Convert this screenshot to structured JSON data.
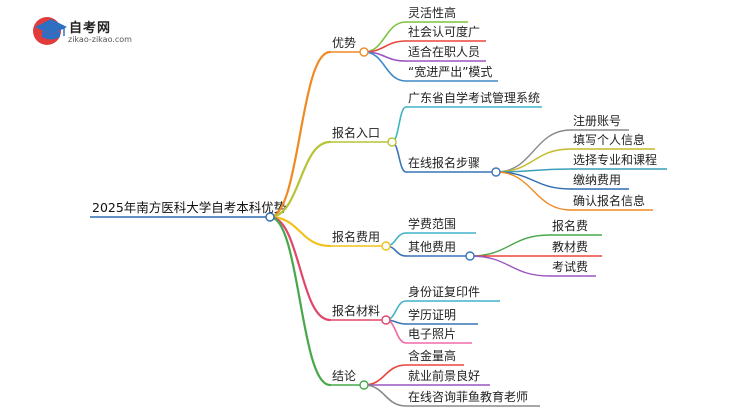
{
  "logo": {
    "title": "自考网",
    "subtitle": "zikao-zikao.com"
  },
  "root": "2025年南方医科大学自考本科优势",
  "branches": [
    {
      "label": "优势",
      "color": "#f08a24",
      "children": [
        {
          "label": "灵活性高",
          "color": "#7fc241"
        },
        {
          "label": "社会认可度广",
          "color": "#e8463c"
        },
        {
          "label": "适合在职人员",
          "color": "#9a55c2"
        },
        {
          "label": "“宽进严出”模式",
          "color": "#3f89c9"
        }
      ]
    },
    {
      "label": "报名入口",
      "color": "#b8c235",
      "children": [
        {
          "label": "广东省自学考试管理系统",
          "color": "#40b3c9"
        },
        {
          "label": "在线报名步骤",
          "color": "#3a74b8",
          "children": [
            {
              "label": "注册账号",
              "color": "#8a8a8a"
            },
            {
              "label": "填写个人信息",
              "color": "#c5ba2c"
            },
            {
              "label": "选择专业和课程",
              "color": "#3a9fb8"
            },
            {
              "label": "缴纳费用",
              "color": "#2f6cb0"
            },
            {
              "label": "确认报名信息",
              "color": "#f08a24"
            }
          ]
        }
      ]
    },
    {
      "label": "报名费用",
      "color": "#f0c21e",
      "children": [
        {
          "label": "学费范围",
          "color": "#40b3c9"
        },
        {
          "label": "其他费用",
          "color": "#3a74b8",
          "children": [
            {
              "label": "报名费",
              "color": "#47a84a"
            },
            {
              "label": "教材费",
              "color": "#e8463c"
            },
            {
              "label": "考试费",
              "color": "#9a55c2"
            }
          ]
        }
      ]
    },
    {
      "label": "报名材料",
      "color": "#e0466a",
      "children": [
        {
          "label": "身份证复印件",
          "color": "#40b3c9"
        },
        {
          "label": "学历证明",
          "color": "#3a74b8"
        },
        {
          "label": "电子照片",
          "color": "#f06aa8"
        }
      ]
    },
    {
      "label": "结论",
      "color": "#47a84a",
      "children": [
        {
          "label": "含金量高",
          "color": "#e8463c"
        },
        {
          "label": "就业前景良好",
          "color": "#9a55c2"
        },
        {
          "label": "在线咨询菲鱼教育老师",
          "color": "#8a8a8a"
        }
      ]
    }
  ]
}
